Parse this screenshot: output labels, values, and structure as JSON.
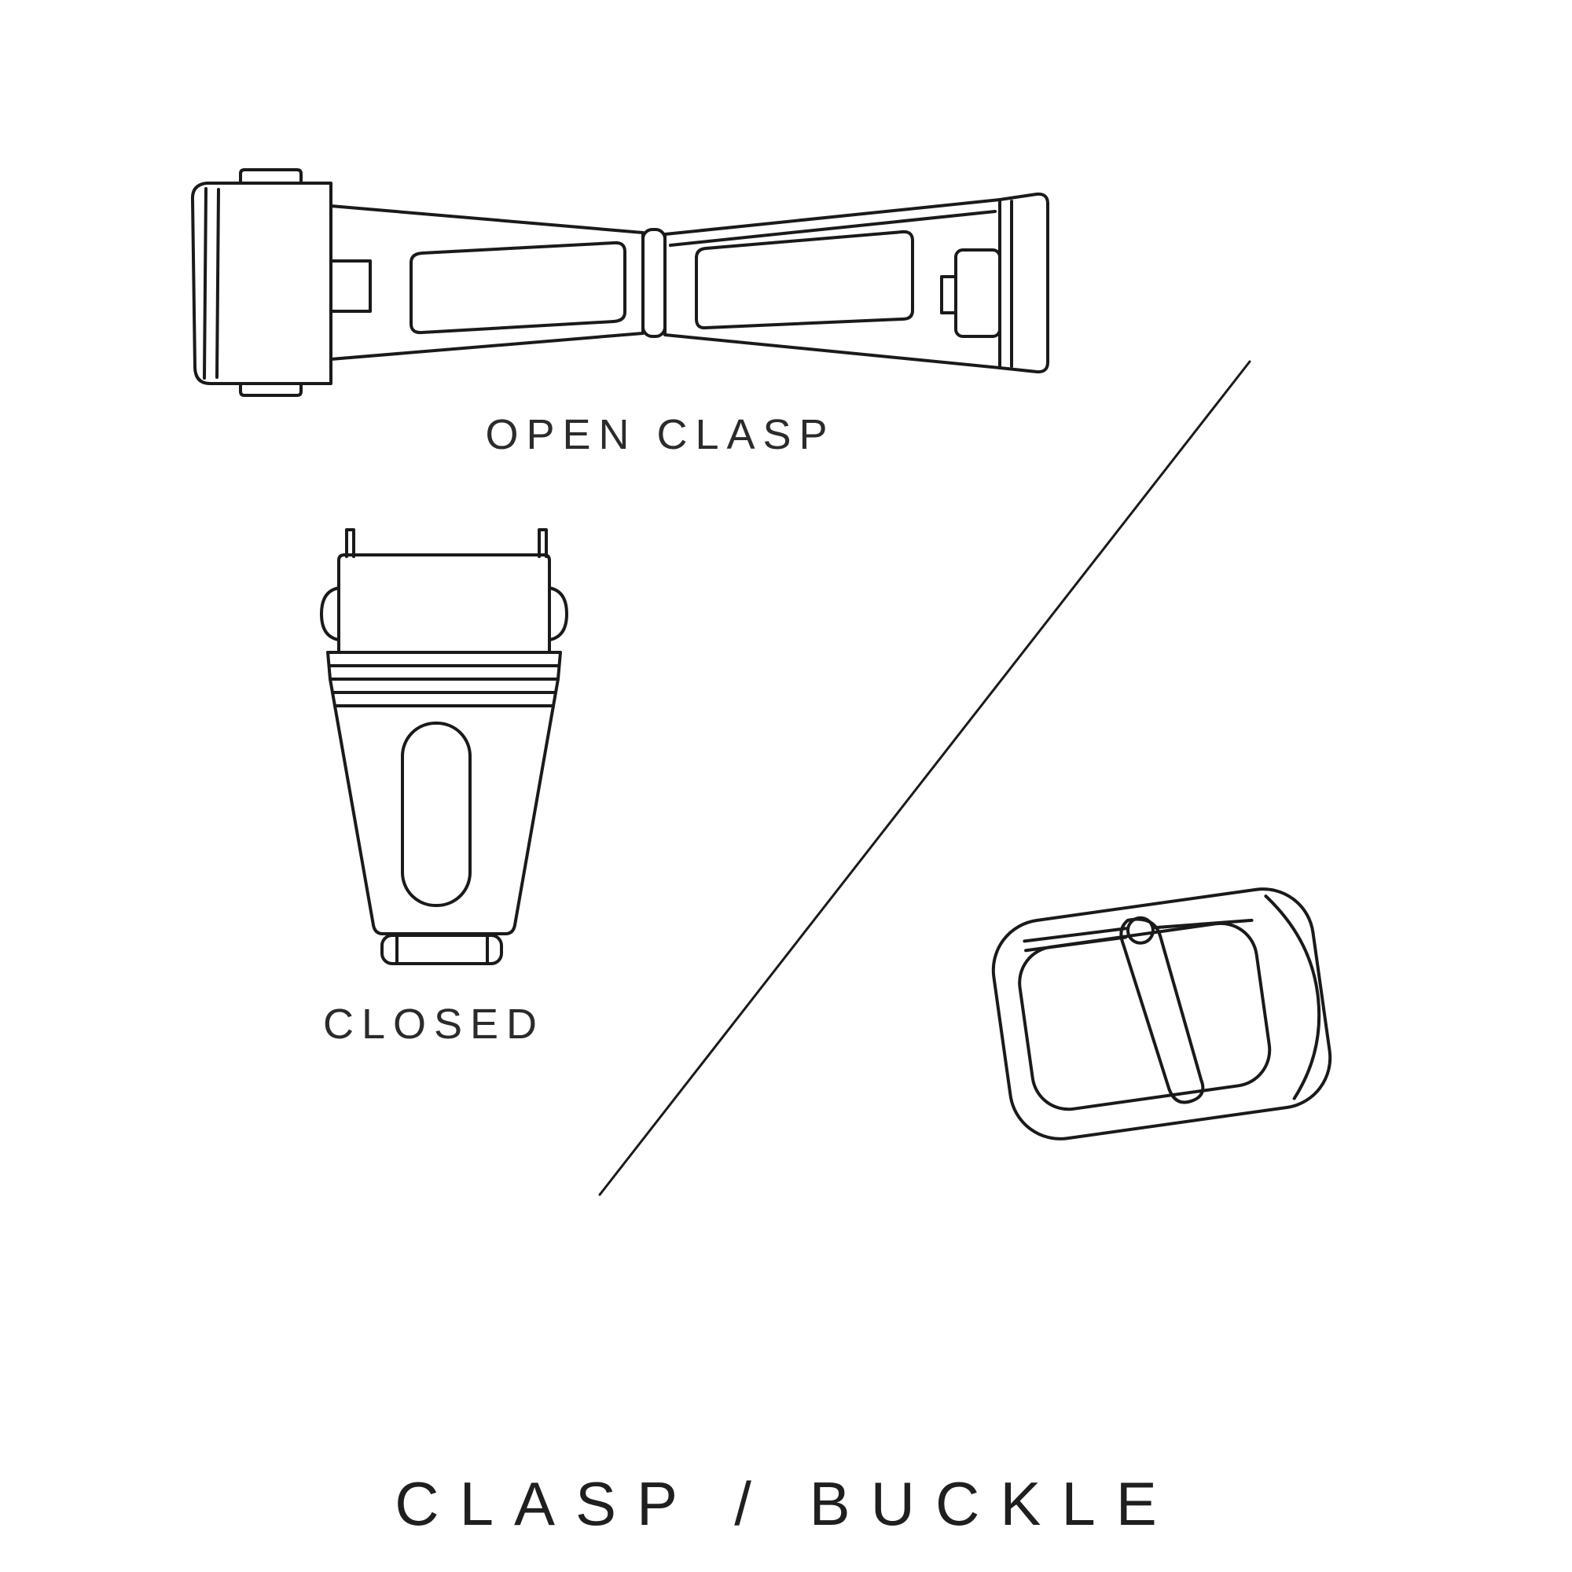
{
  "page": {
    "background_color": "#ffffff",
    "line_color": "#1a1a1a",
    "text_color": "#2b2b2b"
  },
  "labels": {
    "open_clasp": "OPEN CLASP",
    "closed": "CLOSED"
  },
  "title": "CLASP / BUCKLE"
}
